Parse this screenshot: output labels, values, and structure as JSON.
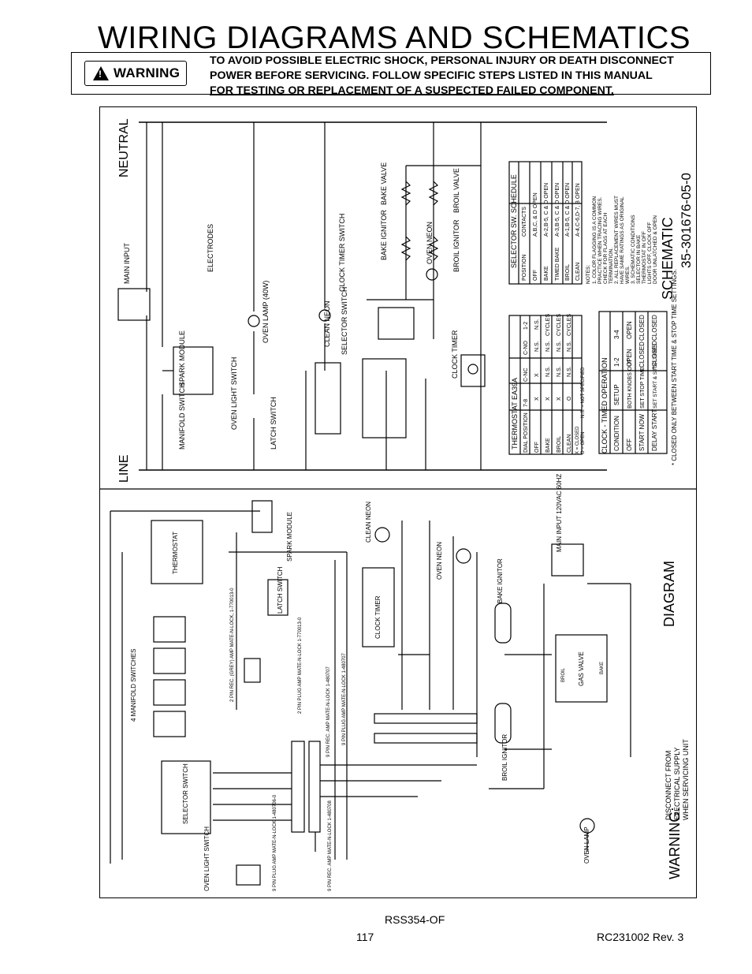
{
  "title": "WIRING DIAGRAMS AND SCHEMATICS",
  "warning": {
    "badge": "WARNING",
    "lines": [
      "TO AVOID POSSIBLE ELECTRIC SHOCK, PERSONAL INJURY OR DEATH DISCONNECT",
      "POWER BEFORE SERVICING.  FOLLOW SPECIFIC STEPS LISTED IN THIS MANUAL",
      "FOR TESTING OR REPLACEMENT OF A SUSPECTED FAILED COMPONENT."
    ]
  },
  "schematic": {
    "neutral": "NEUTRAL",
    "line": "LINE",
    "label": "SCHEMATIC",
    "part_number": "35-301676-05-0",
    "components": {
      "main_input": "MAIN INPUT",
      "electrodes": "ELECTRODES",
      "oven_lamp": "OVEN LAMP (40W)",
      "clean_neon": "CLEAN NEON",
      "oven_neon": "OVEN NEON",
      "bake_valve": "BAKE VALVE",
      "broil_valve": "BROIL VALVE",
      "bake_ignitor": "BAKE IGNITOR",
      "broil_ignitor": "BROIL IGNITOR",
      "clock_timer_switch": "CLOCK TIMER SWITCH",
      "clock_timer": "CLOCK TIMER",
      "selector_switch": "SELECTOR SWITCH",
      "spark_module": "SPARK MODULE",
      "manifold_switch": "MANIFOLD SWITCH",
      "oven_light_switch": "OVEN LIGHT SWITCH",
      "latch_switch": "LATCH SWITCH"
    },
    "selector_table": {
      "heading": "SELECTOR SW. SCHEDULE",
      "columns": [
        "POSITION",
        "CONTACTS"
      ],
      "rows": [
        [
          "OFF",
          "A,B,C, & D OPEN"
        ],
        [
          "BAKE",
          "A-2,B-5, C & D OPEN"
        ],
        [
          "TIMED BAKE",
          "A-3,B-5, C & D OPEN"
        ],
        [
          "BROIL",
          "A-1,B-5, C & D OPEN"
        ],
        [
          "CLEAN",
          "A-4,C-6,D-7, B OPEN"
        ]
      ]
    },
    "notes": [
      "NOTES:",
      "1. COLOR FLAGGING IS A COMMON",
      "PRACTICE WHEN TRACING WIRES.",
      "CHECK FOR FLAGS AT EACH",
      "TERMINATION.",
      "2. ALL REPLACEMENT WIRES MUST",
      "HAVE SAME RATINGS AS ORIGINAL",
      "WIRES.",
      "3. SCHEMATIC CONDITIONS",
      "SELECTOR IN BAKE",
      "THERMOSTAT IN OFF",
      "LIGHTS OFF, CLOCK OFF",
      "DOOR UNLATCHED & OPEN"
    ],
    "thermostat_table": {
      "heading": "THERMOSTAT EA39A",
      "columns": [
        "DIAL POSITION",
        "7-8",
        "C-NC",
        "C-NO",
        "1-2"
      ],
      "rows": [
        [
          "OFF",
          "X",
          "X",
          "N.S.",
          "N.S."
        ],
        [
          "BAKE",
          "X",
          "N.S.",
          "N.S.",
          "CYCLES"
        ],
        [
          "BROIL",
          "X",
          "N.S.",
          "N.S.",
          "CYCLES"
        ],
        [
          "CLEAN",
          "O",
          "N.S.",
          "N.S.",
          "CYCLES"
        ]
      ],
      "legend": [
        "X = CLOSED",
        "O = OPEN",
        "N.S. = NOT SPECIFIED"
      ]
    },
    "clock_table": {
      "heading": "CLOCK - TIMED OPERATION",
      "columns": [
        "CONDITION",
        "SETUP",
        "1-2",
        "3-4"
      ],
      "rows": [
        [
          "OFF",
          "BOTH KNOBS OUT",
          "OPEN",
          "OPEN"
        ],
        [
          "START NOW",
          "SET STOP TIME",
          "CLOSED",
          "CLOSED"
        ],
        [
          "DELAY START",
          "SET START & STOP TIMES",
          "*CLOSED",
          "CLOSED"
        ]
      ],
      "footnote": "* CLOSED ONLY BETWEEN START TIME & STOP TIME SETTINGS."
    }
  },
  "diagram": {
    "label": "DIAGRAM",
    "warning_label": "WARNING:",
    "warning_text": [
      "DISCONNECT FROM",
      "ELECTRICAL SUPPLY",
      "WHEN SERVICING UNIT"
    ],
    "components": {
      "thermostat": "THERMOSTAT",
      "spark_module": "SPARK MODULE",
      "latch_switch": "LATCH SWITCH",
      "manifold_switches": "4 MANIFOLD SWITCHES",
      "selector_switch": "SELECTOR SWITCH",
      "oven_light_switch": "OVEN LIGHT SWITCH",
      "clean_neon": "CLEAN NEON",
      "oven_neon": "OVEN NEON",
      "clock_timer": "CLOCK TIMER",
      "main_input": "MAIN INPUT 120VAC 60HZ",
      "bake_ignitor": "BAKE IGNITOR",
      "broil_ignitor": "BROIL IGNITOR",
      "gas_valve": "GAS VALVE",
      "broil": "BROIL",
      "bake": "BAKE",
      "oven_lamp": "OVEN LAMP",
      "plug_1": "2 PIN REC. (GREY) AMP MATE-N-LOCK, 1-770013-0",
      "plug_2": "2 PIN PLUG AMP MATE-N-LOCK 1-770013-0",
      "plug_3": "9 PIN PLUG AMP MATE-N-LOCK 1-480707",
      "plug_4": "9 PIN REC. AMP MATE-N-LOCK 1-480707",
      "plug_5": "9 PIN PLUG AMP MATE-N-LOCK 1-480706-0",
      "plug_6": "9 PIN REC. AMP MATE-N-LOCK 1-480708"
    }
  },
  "footer": {
    "doc_id": "RSS354-OF",
    "page": "117",
    "revision": "RC231002  Rev. 3"
  }
}
